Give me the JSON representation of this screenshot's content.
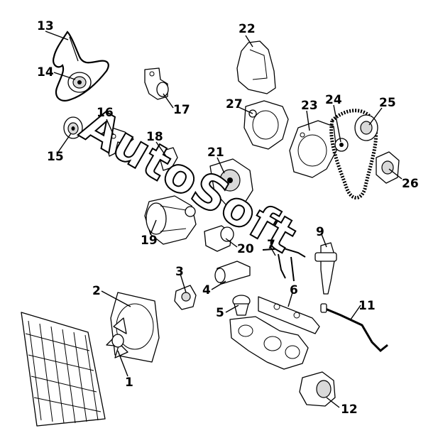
{
  "watermark": "AutoSoft",
  "callouts": {
    "c1": "1",
    "c2": "2",
    "c3": "3",
    "c4": "4",
    "c5": "5",
    "c6": "6",
    "c7": "7",
    "c9": "9",
    "c11": "11",
    "c12": "12",
    "c13": "13",
    "c14": "14",
    "c15": "15",
    "c16": "16",
    "c17": "17",
    "c18": "18",
    "c19": "19",
    "c20": "20",
    "c21": "21",
    "c22": "22",
    "c23": "23",
    "c24": "24",
    "c25": "25",
    "c26": "26",
    "c27": "27"
  }
}
